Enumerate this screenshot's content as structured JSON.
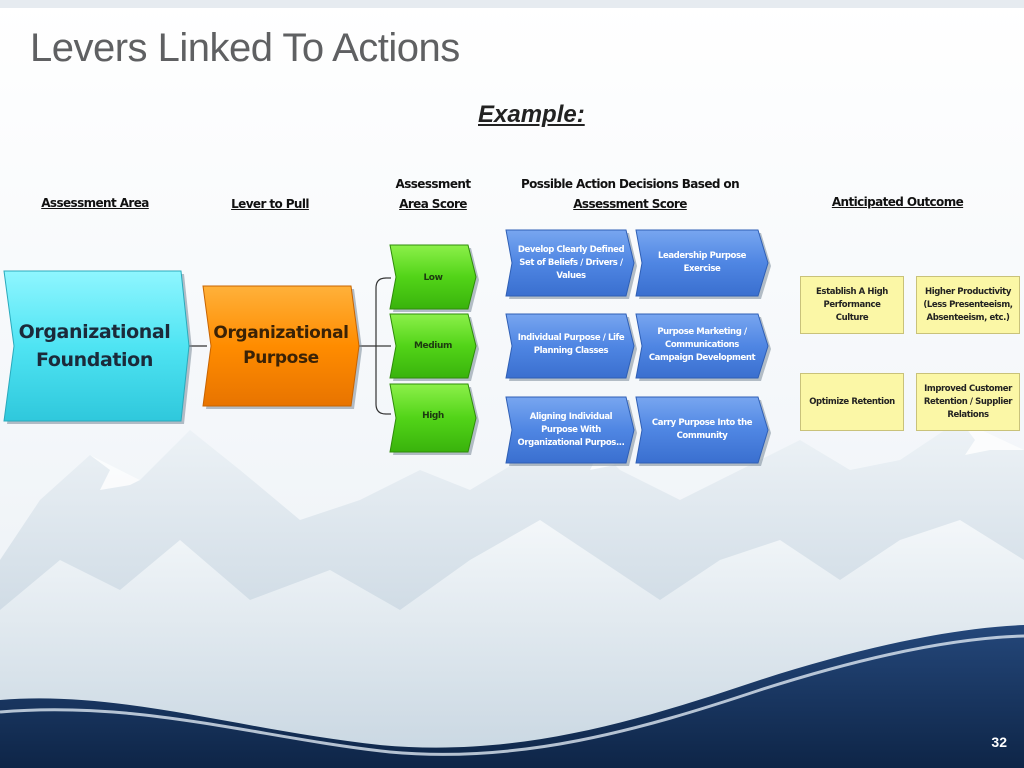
{
  "slide": {
    "title": "Levers Linked To Actions",
    "subtitle": "Example:",
    "page_number": "32"
  },
  "headers": {
    "assessment_area": "Assessment Area",
    "lever_to_pull": "Lever to Pull",
    "score_line1": "Assessment",
    "score_line2": "Area Score",
    "actions_line1": "Possible Action Decisions Based on",
    "actions_line2": "Assessment Score",
    "outcome": "Anticipated Outcome"
  },
  "diagram": {
    "area_line1": "Organizational",
    "area_line2": "Foundation",
    "lever_line1": "Organizational",
    "lever_line2": "Purpose",
    "scores": [
      "Low",
      "Medium",
      "High"
    ],
    "actions": [
      [
        "Develop Clearly Defined",
        "Set of Beliefs / Drivers /",
        "Values"
      ],
      [
        "Leadership Purpose",
        "Exercise"
      ],
      [
        "Individual Purpose / Life",
        "Planning Classes"
      ],
      [
        "Purpose Marketing /",
        "Communications",
        "Campaign Development"
      ],
      [
        "Aligning Individual",
        "Purpose With",
        "Organizational Purpos..."
      ],
      [
        "Carry Purpose Into the",
        "Community"
      ]
    ],
    "outcomes": [
      [
        "Establish A High",
        "Performance",
        "Culture"
      ],
      [
        "Higher Productivity",
        "(Less Presenteeism,",
        "Absenteeism, etc.)"
      ],
      [
        "Optimize Retention"
      ],
      [
        "Improved Customer",
        "Retention / Supplier",
        "Relations"
      ]
    ]
  },
  "colors": {
    "title": "#5f6062",
    "cyan": "#5fe8f5",
    "orange": "#ff8c00",
    "green": "#55d41a",
    "blue": "#4f86e3",
    "yellow": "#fbf7a6",
    "navy": "#1a3a66"
  }
}
